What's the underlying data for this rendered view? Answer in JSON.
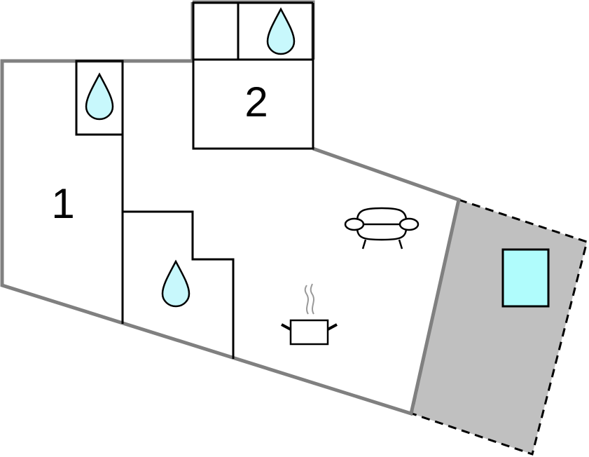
{
  "rooms": [
    {
      "label": "1",
      "type": "bedroom"
    },
    {
      "label": "2",
      "type": "bedroom"
    }
  ],
  "icons": [
    "water-drop-icon",
    "sofa-icon",
    "cooking-pot-icon",
    "pool-icon"
  ],
  "colors": {
    "outer_wall": "#808080",
    "inner_wall": "#000000",
    "terrace": "#c0c0c0",
    "water": "#c8f8fc",
    "pool": "#b0fcfc"
  }
}
